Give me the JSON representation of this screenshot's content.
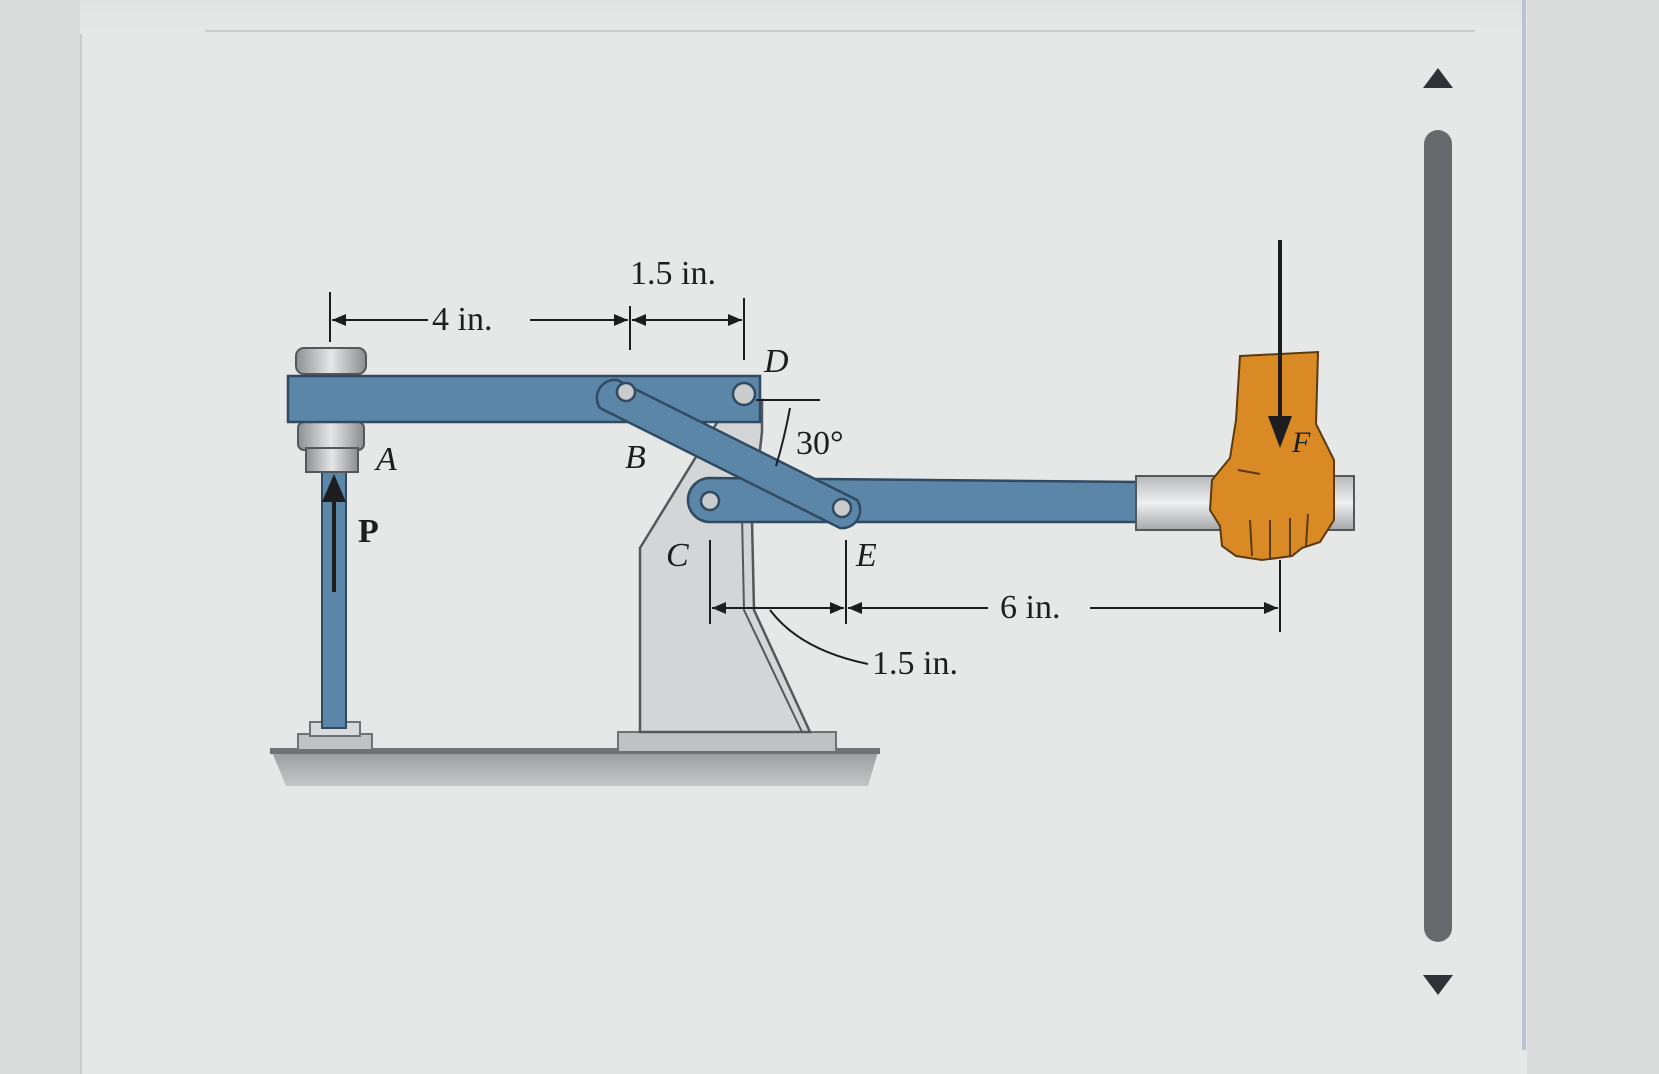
{
  "figure": {
    "dimensions": {
      "a_to_b": "4 in.",
      "b_to_d": "1.5 in.",
      "c_to_e": "1.5 in.",
      "e_to_f": "6 in."
    },
    "angle": "30°",
    "points": {
      "A": "A",
      "B": "B",
      "C": "C",
      "D": "D",
      "E": "E"
    },
    "forces": {
      "P": "P",
      "F": "F"
    }
  },
  "colors": {
    "link_blue": "#5b86a8",
    "frame_gray": "#c9cbcd",
    "hand_orange": "#d98a24",
    "scrollbar_thumb": "#67696c"
  },
  "icons": {
    "scroll_up": "triangle-up-icon",
    "scroll_down": "triangle-down-icon"
  }
}
